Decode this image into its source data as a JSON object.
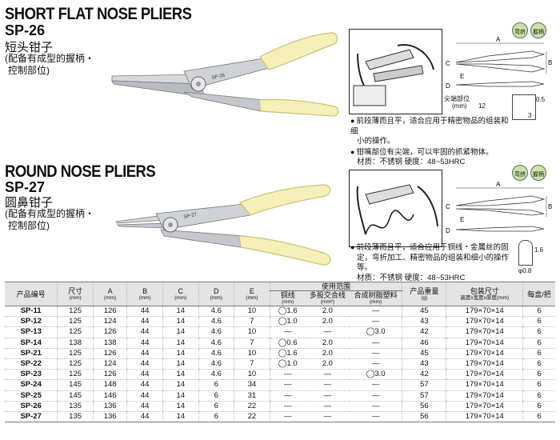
{
  "sections": [
    {
      "title_en": "SHORT FLAT NOSE PLIERS",
      "model": "SP-26",
      "name_cn": "短头钳子",
      "sub_cn_1": "(配备有成型的握柄・",
      "sub_cn_2": "控制部位)",
      "tool_stamp": "SP-26",
      "badge_left": "弯挤",
      "badge_right": "握柄",
      "notes": [
        "前段薄而且平，适合应用于精密物品的组装和细",
        "小的操作。",
        "钳嘴部位有尖端，可以牢固的抓紧物体。"
      ],
      "material": "材质：不锈钢   硬度：48~53HRC",
      "tip_label": "尖端部位",
      "tip_unit": "(mm)",
      "tip_dim": "12",
      "side_dims": [
        "0.5",
        "3"
      ]
    },
    {
      "title_en": "ROUND NOSE PLIERS",
      "model": "SP-27",
      "name_cn": "圆鼻钳子",
      "sub_cn_1": "(配备有成型的握柄・",
      "sub_cn_2": "控制部位)",
      "tool_stamp": "SP-27",
      "badge_left": "弯挤",
      "badge_right": "握柄",
      "notes": [
        "前段薄而且平，适合应用于铜线・金属丝的固",
        "定，弯折加工、精密物品的组装和细小的操作",
        "等。"
      ],
      "material": "材质：不锈钢   硬度：48~53HRC",
      "side_dims": [
        "1.6",
        "φ0.8"
      ]
    }
  ],
  "dims": [
    "A",
    "B",
    "C",
    "D",
    "E"
  ],
  "table": {
    "headers": {
      "model": "产品编号",
      "size": "尺寸",
      "size_unit": "(mm)",
      "A": "A",
      "B": "B",
      "C": "C",
      "D": "D",
      "E": "E",
      "unit": "(mm)",
      "range": "使用范围",
      "copper": "铜线",
      "copper_unit": "(mm)",
      "strand": "多股交合线",
      "strand_unit": "(mm²)",
      "resin": "合成树脂塑料",
      "resin_unit": "(mm)",
      "weight": "产品重量",
      "weight_unit": "(g)",
      "pack": "包装尺寸",
      "pack_unit": "高度x宽度x厚度(mm)",
      "perbox": "每盒/把"
    },
    "rows": [
      [
        "SP-11",
        "125",
        "126",
        "44",
        "14",
        "4.6",
        "10",
        "◯1.6",
        "2.0",
        "—",
        "45",
        "179×70×14",
        "6"
      ],
      [
        "SP-12",
        "125",
        "124",
        "44",
        "14",
        "4.6",
        "7",
        "◯1.0",
        "2.0",
        "—",
        "43",
        "179×70×14",
        "6"
      ],
      [
        "SP-13",
        "125",
        "126",
        "44",
        "14",
        "4.6",
        "10",
        "—",
        "—",
        "◯3.0",
        "42",
        "179×70×14",
        "6"
      ],
      [
        "SP-14",
        "138",
        "138",
        "44",
        "14",
        "4.6",
        "7",
        "◯0.6",
        "2.0",
        "—",
        "46",
        "179×70×14",
        "6"
      ],
      [
        "SP-21",
        "125",
        "126",
        "44",
        "14",
        "4.6",
        "10",
        "◯1.6",
        "2.0",
        "—",
        "45",
        "179×70×14",
        "6"
      ],
      [
        "SP-22",
        "125",
        "124",
        "44",
        "14",
        "4.6",
        "7",
        "◯1.0",
        "2.0",
        "—",
        "43",
        "179×70×14",
        "6"
      ],
      [
        "SP-23",
        "125",
        "126",
        "44",
        "14",
        "4.6",
        "10",
        "—",
        "—",
        "◯3.0",
        "42",
        "179×70×14",
        "6"
      ],
      [
        "SP-24",
        "145",
        "148",
        "44",
        "14",
        "6",
        "34",
        "—",
        "—",
        "—",
        "57",
        "179×70×14",
        "6"
      ],
      [
        "SP-25",
        "145",
        "146",
        "44",
        "14",
        "6",
        "31",
        "—",
        "—",
        "—",
        "57",
        "179×70×14",
        "6"
      ],
      [
        "SP-26",
        "135",
        "136",
        "44",
        "14",
        "6",
        "22",
        "—",
        "—",
        "—",
        "56",
        "179×70×14",
        "6"
      ],
      [
        "SP-27",
        "135",
        "136",
        "44",
        "14",
        "6",
        "22",
        "—",
        "—",
        "—",
        "56",
        "179×70×14",
        "6"
      ]
    ]
  },
  "colors": {
    "handle": "#f4f0b8",
    "handle_edge": "#c9c27a",
    "steel": "#c9ccd0",
    "badge_green": "#c9e3a8"
  }
}
